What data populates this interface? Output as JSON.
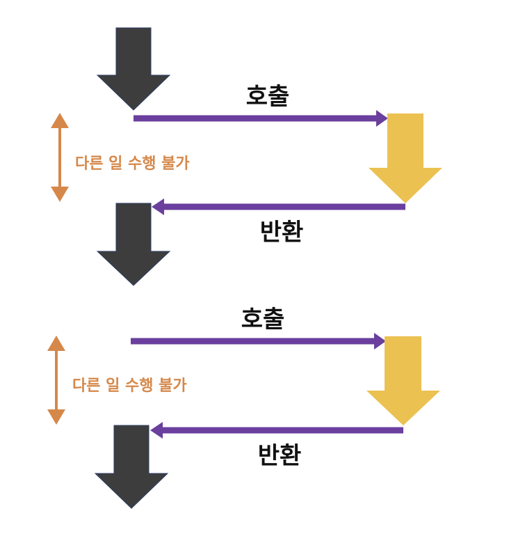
{
  "colors": {
    "caller": "#3d3d3d",
    "callee": "#ebc152",
    "message": "#6a3f9e",
    "blocked": "#d5884a"
  },
  "cycles": [
    {
      "call_label": "호출",
      "return_label": "반환",
      "blocked_label": "다른 일 수행 불가"
    },
    {
      "call_label": "호출",
      "return_label": "반환",
      "blocked_label": "다른 일 수행 불가"
    }
  ]
}
